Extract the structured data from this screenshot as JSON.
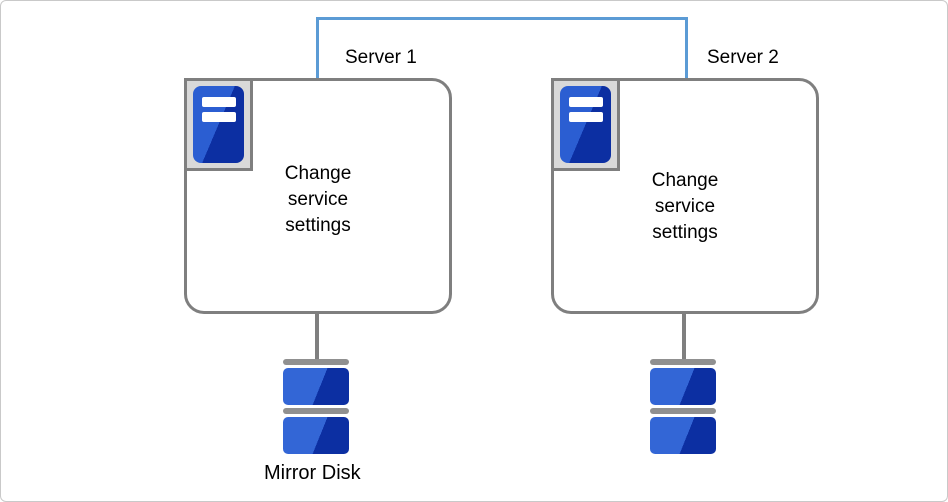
{
  "diagram": {
    "interconnect": {
      "name": "server-interconnect-link",
      "color": "#5b9bd5"
    },
    "servers": [
      {
        "label": "Server 1",
        "icon": "server-icon",
        "box_lines": [
          "Change",
          "service",
          "settings"
        ]
      },
      {
        "label": "Server 2",
        "icon": "server-icon",
        "box_lines": [
          "Change",
          "service",
          "settings"
        ]
      }
    ],
    "disks": {
      "label": "Mirror Disk",
      "stacks": 2,
      "platters_per_stack": 2
    },
    "colors": {
      "link_blue": "#5b9bd5",
      "box_border_gray": "#7f7f7f",
      "platter_bar_gray": "#909090",
      "disk_light_blue": "#3366d6",
      "disk_dark_blue": "#0c2fa2",
      "icon_light_blue": "#2b5ed2",
      "icon_dark_blue": "#0c2fa2",
      "icon_frame_gray": "#d9d9d9",
      "outer_border_gray": "#c9c9c9"
    }
  }
}
